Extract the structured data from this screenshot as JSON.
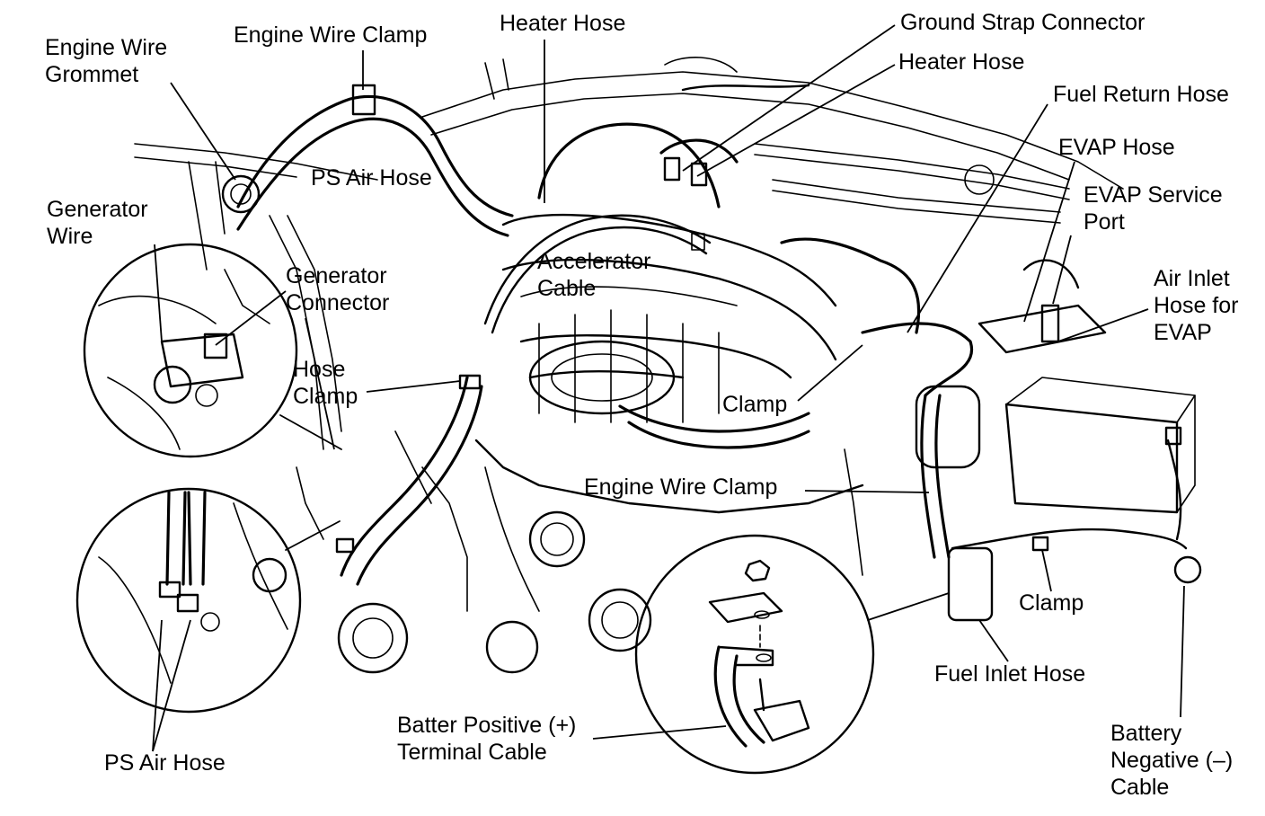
{
  "labels": {
    "engine_wire_grommet": [
      "Engine Wire",
      "Grommet"
    ],
    "engine_wire_clamp_top": "Engine Wire Clamp",
    "heater_hose_top": "Heater Hose",
    "ground_strap_connector": "Ground Strap Connector",
    "heater_hose_right": "Heater Hose",
    "fuel_return_hose": "Fuel Return Hose",
    "evap_hose": "EVAP Hose",
    "evap_service_port": [
      "EVAP Service",
      "Port"
    ],
    "air_inlet_hose_evap": [
      "Air Inlet",
      "Hose for",
      "EVAP"
    ],
    "ps_air_hose_top": "PS Air Hose",
    "generator_wire": [
      "Generator",
      "Wire"
    ],
    "generator_connector": [
      "Generator",
      "Connector"
    ],
    "accelerator_cable": [
      "Accelerator",
      "Cable"
    ],
    "hose_clamp": [
      "Hose",
      "Clamp"
    ],
    "clamp_center": "Clamp",
    "engine_wire_clamp_mid": "Engine Wire Clamp",
    "clamp_right": "Clamp",
    "fuel_inlet_hose": "Fuel Inlet Hose",
    "battery_positive_cable": [
      "Batter Positive (+)",
      "Terminal Cable"
    ],
    "ps_air_hose_bottom": "PS Air Hose",
    "battery_negative_cable": [
      "Battery",
      "Negative (–)",
      "Cable"
    ]
  }
}
